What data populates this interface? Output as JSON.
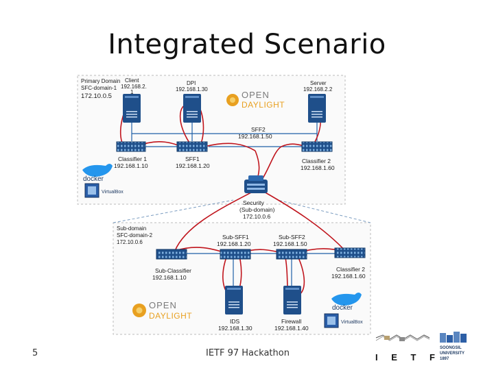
{
  "slide": {
    "title": "Integrated Scenario",
    "page_number": "5",
    "footer": "IETF 97 Hackathon"
  },
  "primary_domain": {
    "label_line1": "Primary Domain",
    "label_line2": "SFC-domain-1",
    "label_line3": "172.10.0.5"
  },
  "sub_domain": {
    "label_line1": "Sub-domain",
    "label_line2": "SFC-domain-2",
    "label_line3": "172.10.0.6"
  },
  "nodes": {
    "client": {
      "name": "Client",
      "ip1": "192.168.2.",
      "ip2": "1"
    },
    "dpi": {
      "name": "DPI",
      "ip": "192.168.1.30"
    },
    "server": {
      "name": "Server",
      "ip": "192.168.2.2"
    },
    "sff2": {
      "name": "SFF2",
      "ip": "192.168.1.50"
    },
    "classifier1": {
      "name": "Classifier 1",
      "ip": "192.168.1.10"
    },
    "sff1": {
      "name": "SFF1",
      "ip": "192.168.1.20"
    },
    "classifier2_top": {
      "name": "Classifier 2",
      "ip": "192.168.1.60"
    },
    "security": {
      "name": "Security",
      "sub": "(Sub-domain)",
      "ip": "172.10.0.6"
    },
    "sub_sff1": {
      "name": "Sub-SFF1",
      "ip": "192.168.1.20"
    },
    "sub_sff2": {
      "name": "Sub-SFF2",
      "ip": "192.168.1.50"
    },
    "sub_classifier": {
      "name": "Sub-Classifier",
      "ip": "192.168.1.10"
    },
    "classifier2_bottom": {
      "name": "Classifier 2",
      "ip": "192.168.1.60"
    },
    "ids": {
      "name": "IDS",
      "ip": "192.168.1.30"
    },
    "firewall": {
      "name": "Firewall",
      "ip": "192.168.1.40"
    }
  },
  "logos": {
    "odl_open": "OPEN",
    "odl_daylight": "DAYLIGHT",
    "docker": "docker",
    "virtualbox": "VirtualBox",
    "ietf": "I E T F",
    "soongsil_line1": "SOONGSIL",
    "soongsil_line2": "UNIVERSITY",
    "soongsil_year": "1897"
  },
  "colors": {
    "flow_line": "#c0141c",
    "link_line": "#1f5fa6",
    "switch_blue": "#1f4f8a",
    "server_blue": "#1f4f8a",
    "odl_orange": "#e8a020"
  }
}
